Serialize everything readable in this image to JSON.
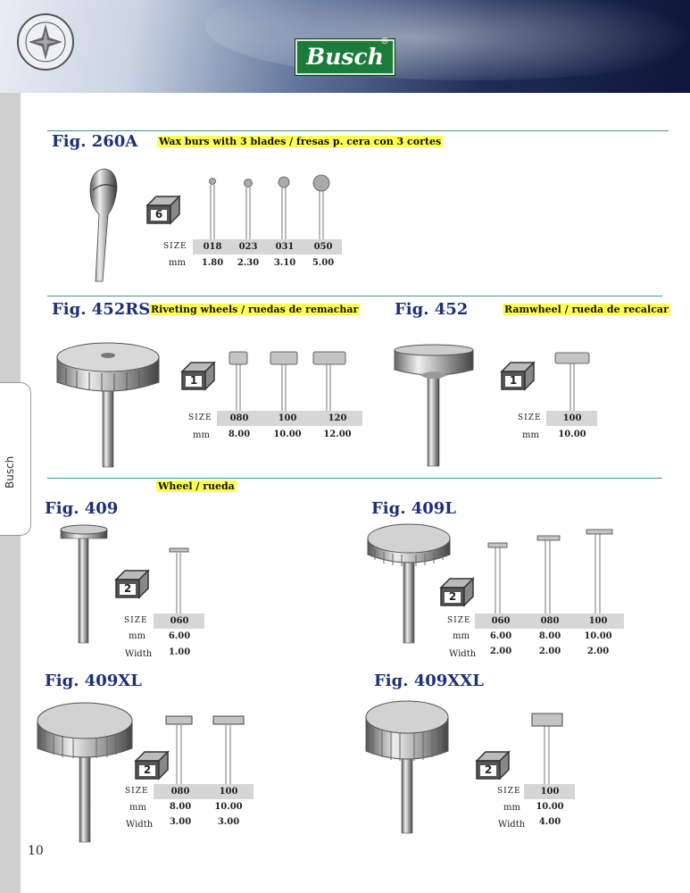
{
  "brand": {
    "logo_text": "Busch",
    "registered_mark": "®"
  },
  "sidebar": {
    "tab_label": "Busch"
  },
  "page_number": "10",
  "colors": {
    "heading": "#1c2f78",
    "highlight": "#ffff4d",
    "rule": "#3a9a8a",
    "table_band": "#d6d6d6",
    "logo_green": "#1c7a3a"
  },
  "sections": {
    "fig260a": {
      "fig": "Fig. 260A",
      "title": "Wax burs with 3 blades / fresas p. cera con 3 cortes",
      "pack": "6",
      "size_label": "SIZE",
      "mm_label": "mm",
      "sizes": [
        "018",
        "023",
        "031",
        "050"
      ],
      "mm": [
        "1.80",
        "2.30",
        "3.10",
        "5.00"
      ]
    },
    "fig452rs": {
      "fig": "Fig. 452RS",
      "title": "Riveting wheels / ruedas de remachar",
      "pack": "1",
      "size_label": "SIZE",
      "mm_label": "mm",
      "sizes": [
        "080",
        "100",
        "120"
      ],
      "mm": [
        "8.00",
        "10.00",
        "12.00"
      ]
    },
    "fig452": {
      "fig": "Fig. 452",
      "title": "Ramwheel / rueda de recalcar",
      "pack": "1",
      "size_label": "SIZE",
      "mm_label": "mm",
      "sizes": [
        "100"
      ],
      "mm": [
        "10.00"
      ]
    },
    "wheel_title": "Wheel / rueda",
    "fig409": {
      "fig": "Fig. 409",
      "pack": "2",
      "size_label": "SIZE",
      "mm_label": "mm",
      "width_label": "Width",
      "sizes": [
        "060"
      ],
      "mm": [
        "6.00"
      ],
      "width": [
        "1.00"
      ]
    },
    "fig409l": {
      "fig": "Fig. 409L",
      "pack": "2",
      "size_label": "SIZE",
      "mm_label": "mm",
      "width_label": "Width",
      "sizes": [
        "060",
        "080",
        "100"
      ],
      "mm": [
        "6.00",
        "8.00",
        "10.00"
      ],
      "width": [
        "2.00",
        "2.00",
        "2.00"
      ]
    },
    "fig409xl": {
      "fig": "Fig. 409XL",
      "pack": "2",
      "size_label": "SIZE",
      "mm_label": "mm",
      "width_label": "Width",
      "sizes": [
        "080",
        "100"
      ],
      "mm": [
        "8.00",
        "10.00"
      ],
      "width": [
        "3.00",
        "3.00"
      ]
    },
    "fig409xxl": {
      "fig": "Fig. 409XXL",
      "pack": "2",
      "size_label": "SIZE",
      "mm_label": "mm",
      "width_label": "Width",
      "sizes": [
        "100"
      ],
      "mm": [
        "10.00"
      ],
      "width": [
        "4.00"
      ]
    }
  }
}
